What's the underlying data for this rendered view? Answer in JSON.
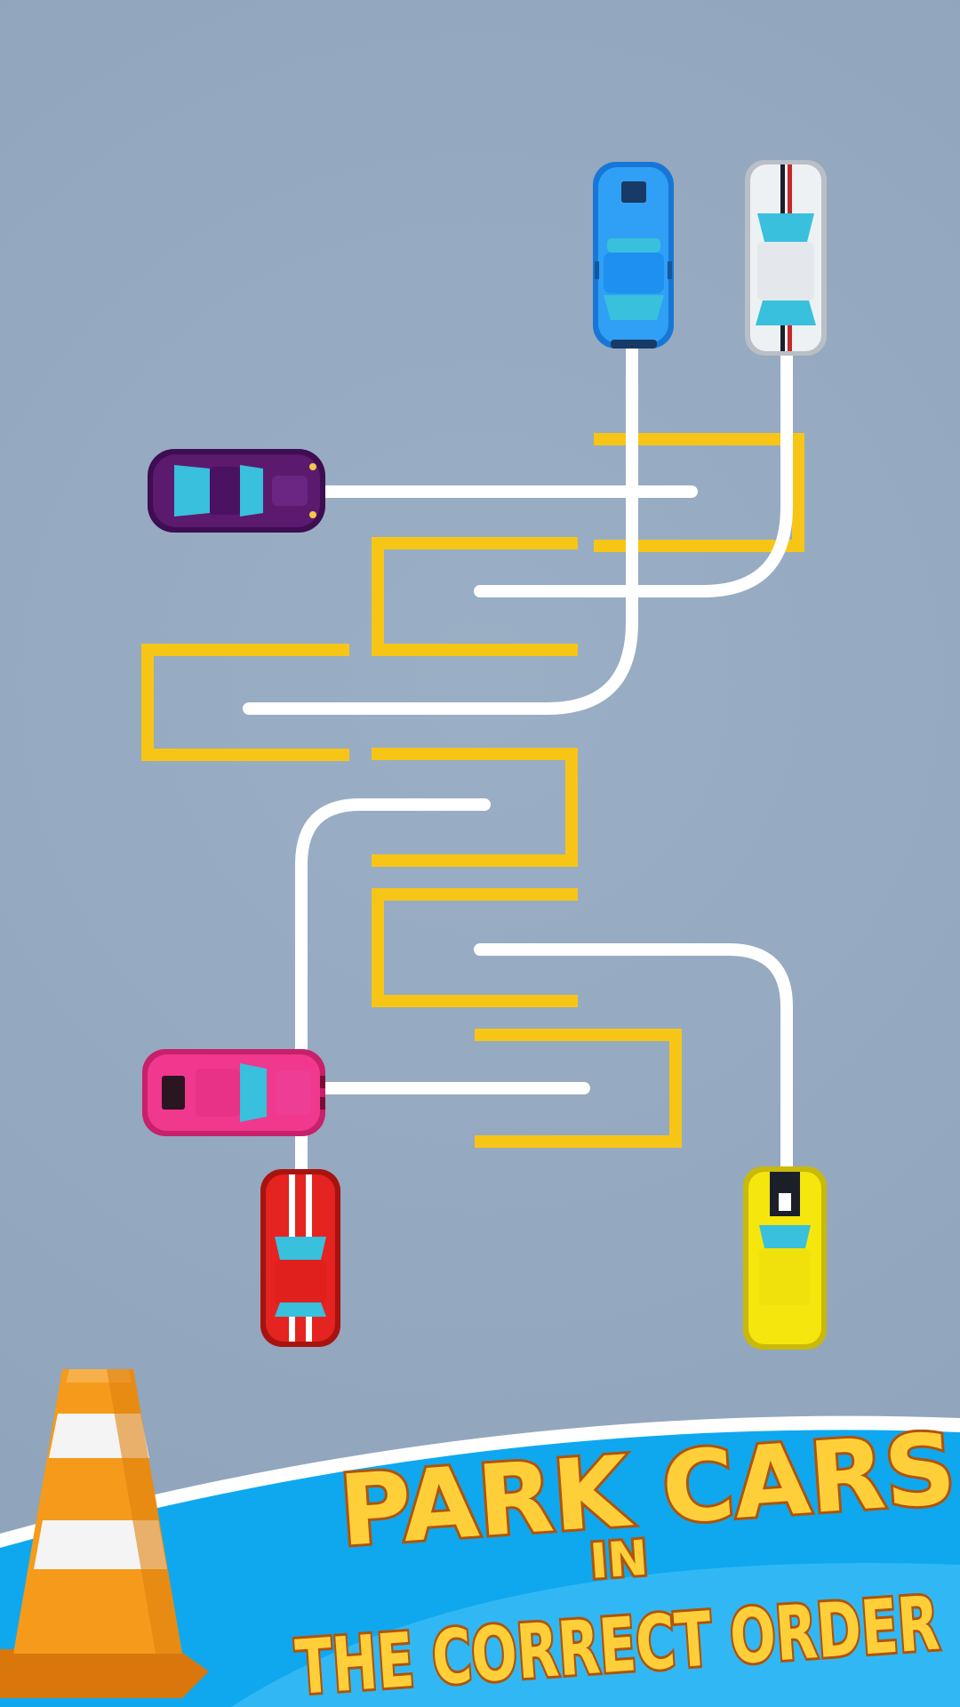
{
  "banner": {
    "line1": "PARK CARS",
    "line2": "IN",
    "line3": "THE CORRECT ORDER"
  },
  "colors": {
    "background": "#93a7bf",
    "slot": "#f7c516",
    "path": "#ffffff",
    "banner_blue": "#0fa8ef",
    "banner_text": "#ffcf3a"
  },
  "cars": [
    {
      "id": "blue",
      "color": "#1e90f0"
    },
    {
      "id": "white",
      "color": "#e9ecef"
    },
    {
      "id": "purple",
      "color": "#5b1a6e"
    },
    {
      "id": "pink",
      "color": "#f0388e"
    },
    {
      "id": "red",
      "color": "#e52320"
    },
    {
      "id": "yellow",
      "color": "#f5e60e"
    }
  ],
  "icons": {
    "cone": "traffic-cone-icon"
  }
}
